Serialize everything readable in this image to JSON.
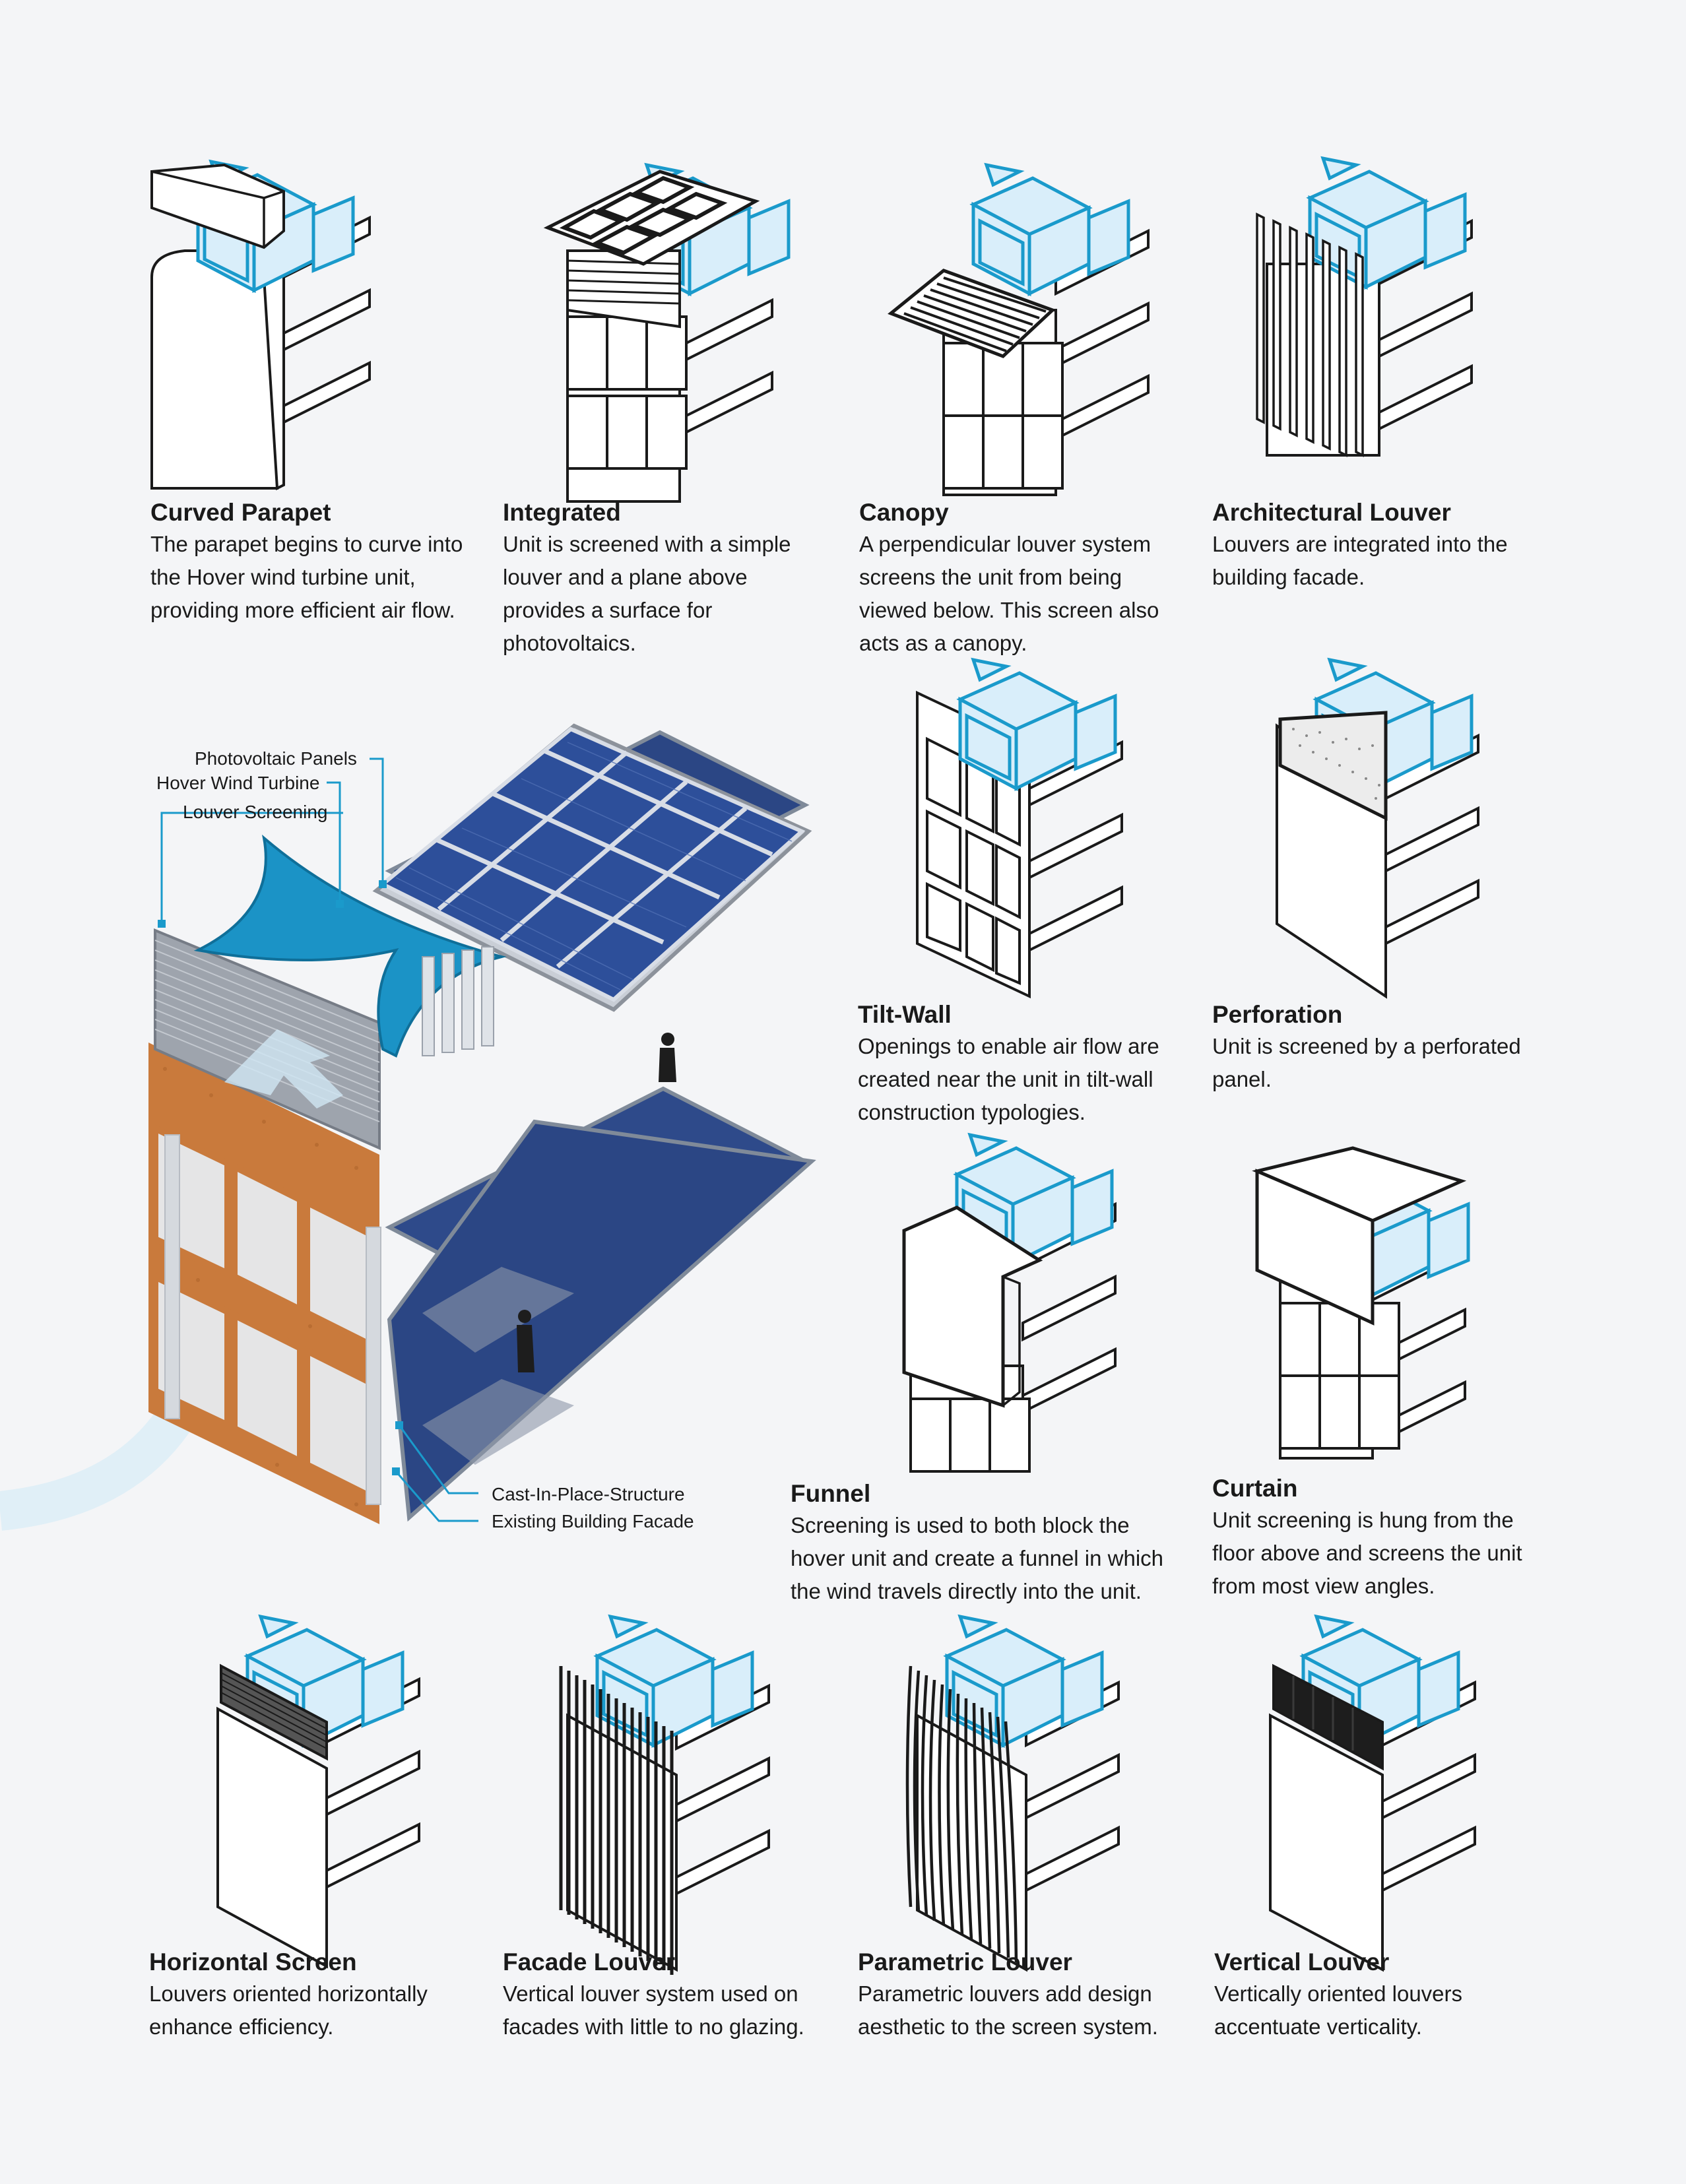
{
  "cards": [
    {
      "title": "Curved Parapet",
      "desc": "The parapet begins to curve into the Hover wind turbine unit, providing more efficient air flow."
    },
    {
      "title": "Integrated",
      "desc": "Unit is screened with a simple louver and a plane above provides a surface for photovoltaics."
    },
    {
      "title": "Canopy",
      "desc": "A perpendicular louver system screens the unit from being viewed below. This screen also acts as a canopy."
    },
    {
      "title": "Architectural Louver",
      "desc": "Louvers are integrated into the building facade."
    },
    {
      "title": "Tilt-Wall",
      "desc": "Openings to enable air flow are created near the unit in tilt-wall construction typologies."
    },
    {
      "title": "Perforation",
      "desc": "Unit is screened by a perforated panel."
    },
    {
      "title": "Funnel",
      "desc": "Screening is used to both block the hover unit and create a funnel in which the wind travels directly into the unit."
    },
    {
      "title": "Curtain",
      "desc": "Unit screening is hung from the floor above and screens the unit from most view angles."
    },
    {
      "title": "Horizontal Screen",
      "desc": "Louvers oriented horizontally enhance efficiency."
    },
    {
      "title": "Facade Louver",
      "desc": "Vertical louver system used on facades with little to no glazing."
    },
    {
      "title": "Parametric Louver",
      "desc": "Parametric louvers add design aesthetic to the screen system."
    },
    {
      "title": "Vertical Louver",
      "desc": "Vertically oriented louvers accentuate verticality."
    }
  ],
  "callouts": {
    "photovoltaic": "Photovoltaic Panels",
    "turbine": "Hover Wind Turbine",
    "louver": "Louver Screening",
    "structure": "Cast-In-Place-Structure",
    "facade": "Existing Building Facade"
  },
  "colors": {
    "accent": "#1a9acb",
    "unit_fill": "#d9eefa",
    "floor": "#2e4a8a",
    "brick": "#c97a3c",
    "solar": "#2d4f9a",
    "background": "#f4f5f7"
  }
}
